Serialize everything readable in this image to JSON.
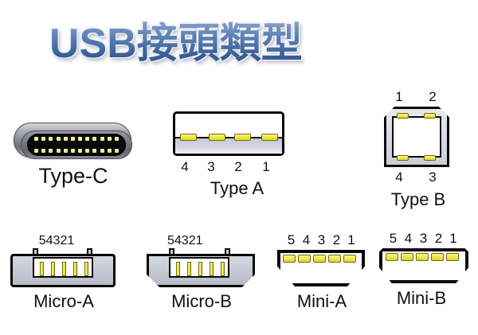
{
  "title": "USB接頭類型",
  "title_color": "#3a5e96",
  "pin_color": "#e8e02c",
  "background_color": "#ffffff",
  "connectors": [
    {
      "id": "type-c",
      "label": "Type-C",
      "pin_rows": 2,
      "pins_per_row": 12,
      "pin_numbers": [],
      "shell_color": "#7a7a84",
      "cavity_color": "#0a0a0c"
    },
    {
      "id": "type-a",
      "label": "Type A",
      "pin_count": 4,
      "pin_numbers": [
        "4",
        "3",
        "2",
        "1"
      ],
      "shell_color": "#d3d6e0"
    },
    {
      "id": "type-b",
      "label": "Type B",
      "pin_count": 4,
      "pin_numbers_top": [
        "1",
        "2"
      ],
      "pin_numbers_bottom": [
        "4",
        "3"
      ],
      "shell_color": "#dcdee5"
    },
    {
      "id": "micro-a",
      "label": "Micro-A",
      "pin_count": 5,
      "pin_numbers": "54321",
      "shell_color": "#c6c9d3"
    },
    {
      "id": "micro-b",
      "label": "Micro-B",
      "pin_count": 5,
      "pin_numbers": "54321",
      "shell_color": "#c6c9d3"
    },
    {
      "id": "mini-a",
      "label": "Mini-A",
      "pin_count": 5,
      "pin_numbers": [
        "5",
        "4",
        "3",
        "2",
        "1"
      ],
      "shell_color": "#ffffff"
    },
    {
      "id": "mini-b",
      "label": "Mini-B",
      "pin_count": 5,
      "pin_numbers": [
        "5",
        "4",
        "3",
        "2",
        "1"
      ],
      "shell_color": "#ffffff"
    }
  ]
}
